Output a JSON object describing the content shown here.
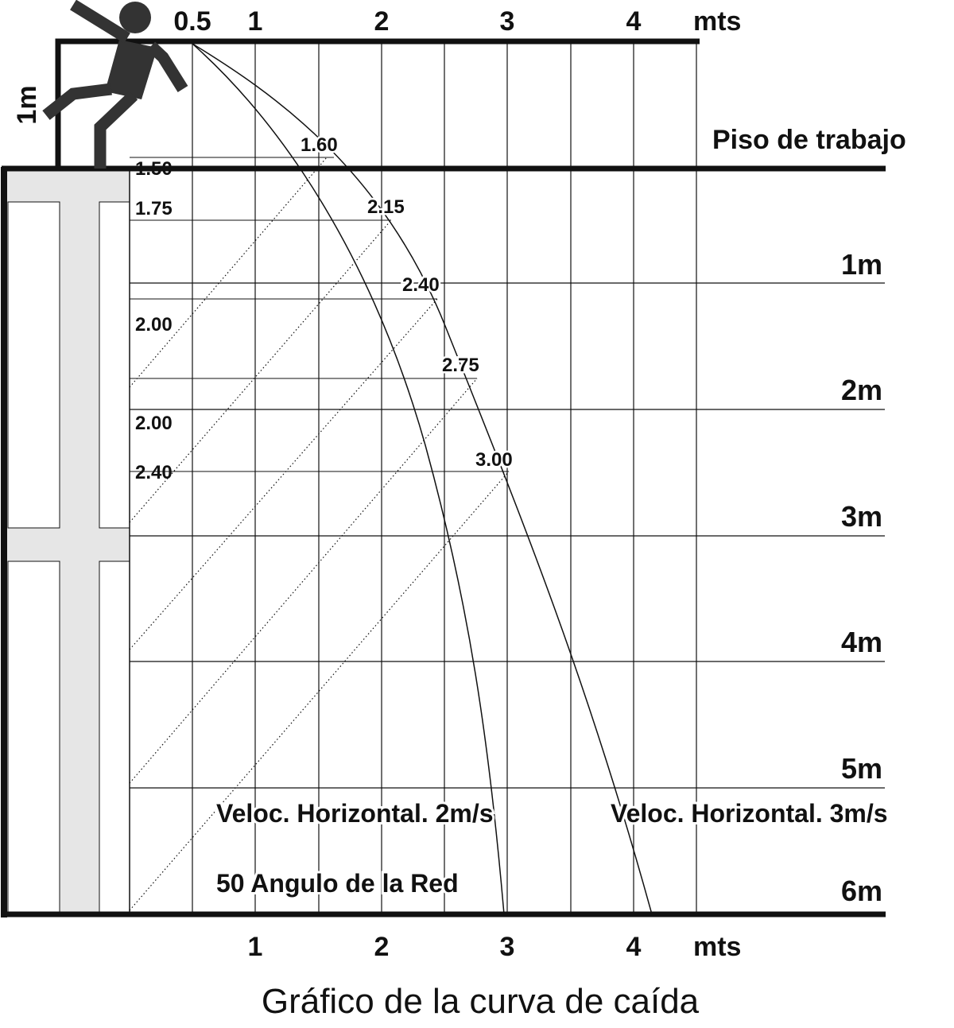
{
  "title": "Gráfico de la curva de caída",
  "top_axis": {
    "ticks": [
      "0.5",
      "1",
      "2",
      "3",
      "4"
    ],
    "unit": "mts"
  },
  "bottom_axis": {
    "ticks": [
      "1",
      "2",
      "3",
      "4"
    ],
    "unit": "mts"
  },
  "railing_label": "1m",
  "floor_label": "Piso de trabajo",
  "depth_labels": [
    "1m",
    "2m",
    "3m",
    "4m",
    "5m",
    "6m"
  ],
  "left_values": [
    "1.50",
    "1.75",
    "2.00",
    "2.00",
    "2.40"
  ],
  "curve_values": [
    "1.60",
    "2.15",
    "2.40",
    "2.75",
    "3.00"
  ],
  "curve_labels": {
    "v2": "Veloc. Horizontal. 2m/s",
    "v3": "Veloc. Horizontal. 3m/s"
  },
  "net_angle_label": "50 Angulo de la Red",
  "colors": {
    "ink": "#111111",
    "structure_fill": "#e6e6e6",
    "figure": "#333333"
  },
  "icon": "falling-worker-icon"
}
